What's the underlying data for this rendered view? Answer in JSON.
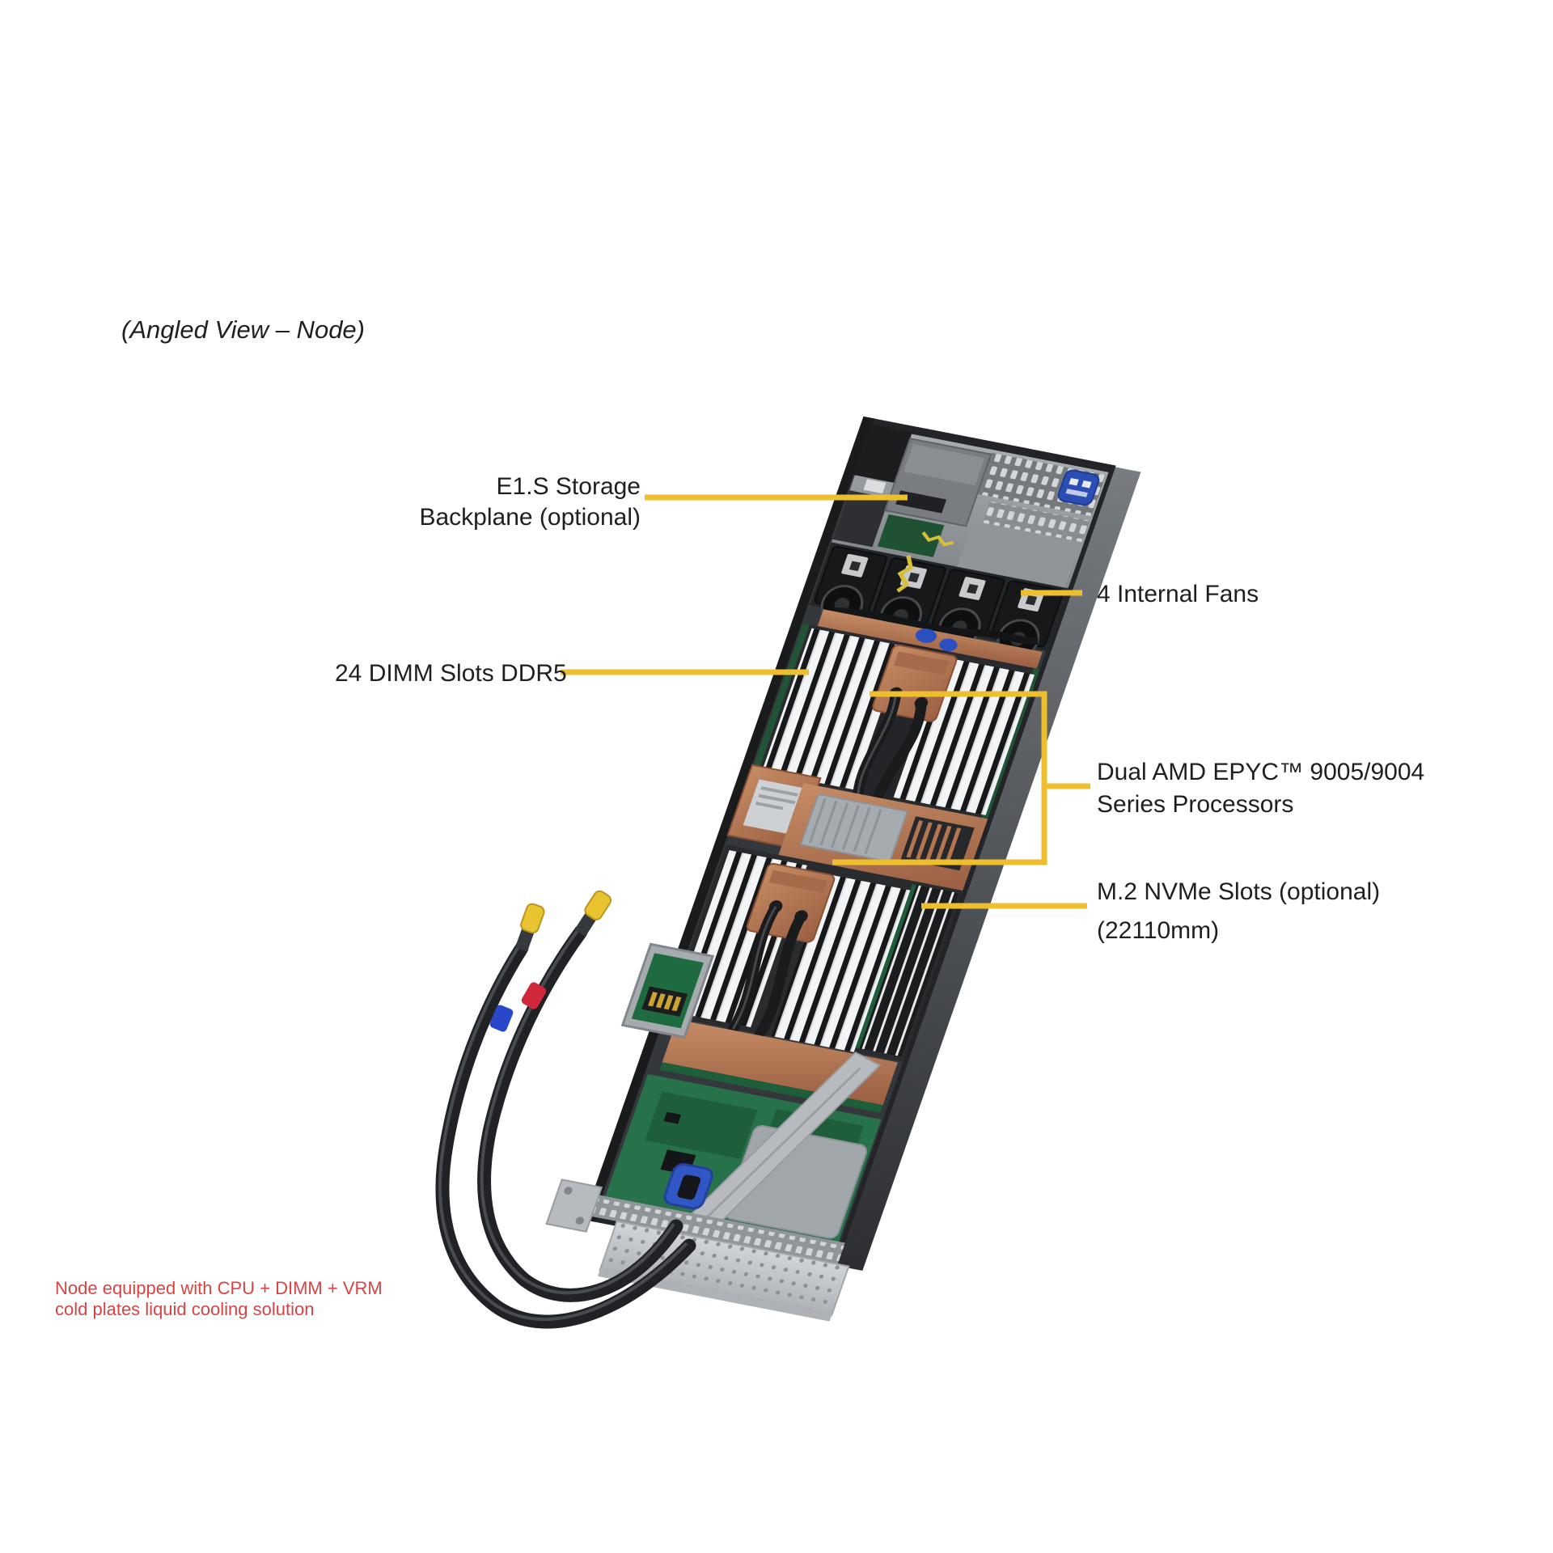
{
  "page": {
    "background": "#ffffff"
  },
  "title": "(Angled View – Node)",
  "colors": {
    "callout_yellow": "#EDBE2D",
    "note_red": "#D94343",
    "label_text": "#1F1F1F",
    "copper": "#B5754F",
    "pcb_green": "#27724A",
    "chassis_gray": "#90959A",
    "latch_blue": "#3156C6"
  },
  "callouts": {
    "e1s_storage": {
      "line1": "E1.S Storage",
      "line2": "Backplane (optional)"
    },
    "internal_fans": {
      "label": "4 Internal Fans"
    },
    "dimm_slots": {
      "label": "24 DIMM Slots DDR5"
    },
    "cpu": {
      "line1": "Dual AMD EPYC™ 9005/9004",
      "line2": "Series Processors"
    },
    "m2": {
      "line1": "M.2 NVMe Slots (optional)",
      "line2": "(22110mm)"
    }
  },
  "footnote": {
    "line1": "Node equipped with CPU + DIMM + VRM",
    "line2": "cold plates liquid cooling solution"
  },
  "hardware": {
    "fans_visible": 4,
    "hose_band_colors": [
      "yellow",
      "red",
      "blue"
    ],
    "components": [
      "e1s-backplane-cage",
      "internal-fans",
      "ddr5-dimm-banks",
      "cpu-cold-plates",
      "vrm-cold-plates",
      "m2-slots-area",
      "riser-bracket",
      "blue-latch",
      "coolant-hoses"
    ]
  }
}
